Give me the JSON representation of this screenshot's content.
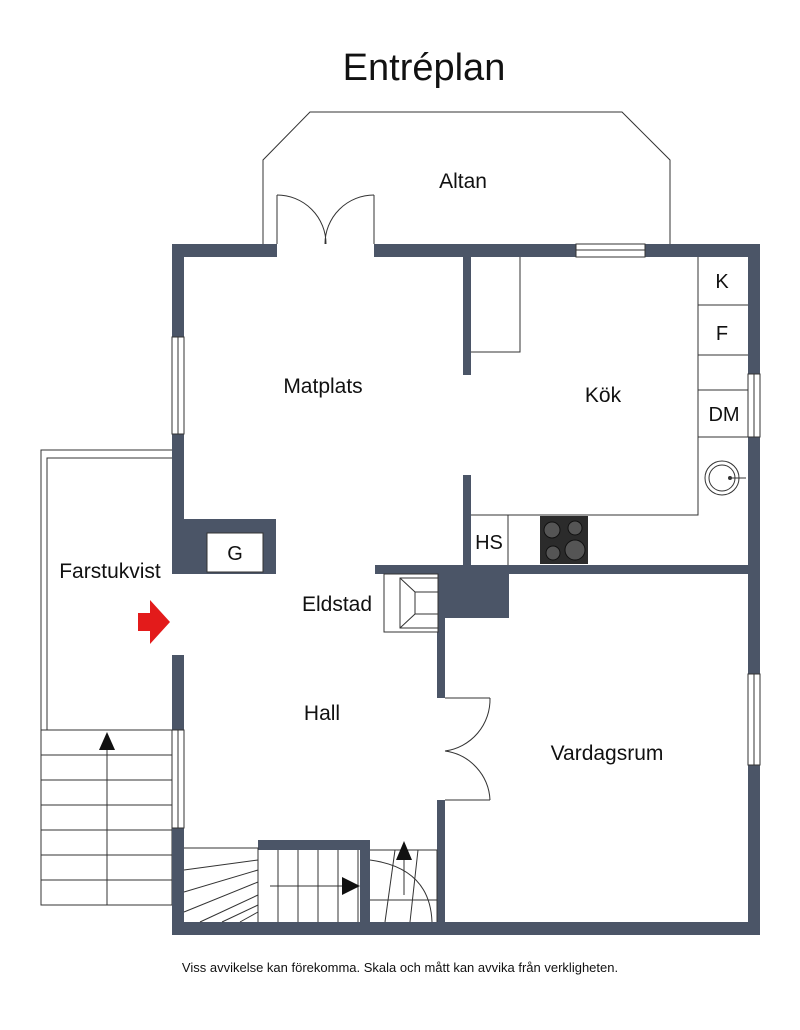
{
  "title": "Entréplan",
  "rooms": {
    "altan": "Altan",
    "matplats": "Matplats",
    "kok": "Kök",
    "farstukvist": "Farstukvist",
    "eldstad": "Eldstad",
    "hall": "Hall",
    "vardagsrum": "Vardagsrum"
  },
  "fixtures": {
    "k": "K",
    "f": "F",
    "dm": "DM",
    "hs": "HS",
    "g": "G"
  },
  "disclaimer": "Viss avvikelse kan förekomma. Skala och mått kan avvika från verkligheten.",
  "colors": {
    "wall": "#4b5567",
    "entry_arrow": "#e31b1b"
  },
  "icons": [
    "entry-arrow-icon",
    "stair-arrow-icon",
    "stove-icon",
    "sink-icon"
  ]
}
